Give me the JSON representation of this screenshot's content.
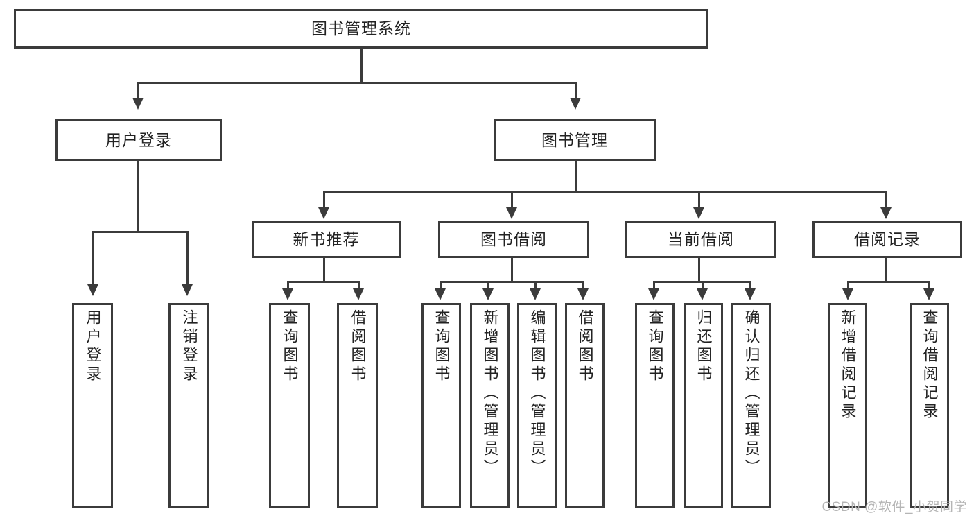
{
  "diagram": {
    "title": "图书管理系统",
    "type": "tree",
    "watermark": "CSDN @软件_小贺同学",
    "colors": {
      "stroke": "#3b3b3b",
      "fill": "#ffffff",
      "text": "#222222",
      "watermark": "#b5b5b5"
    },
    "nodes": {
      "root": {
        "label": "图书管理系统"
      },
      "level2": [
        {
          "id": "user-login",
          "label": "用户登录"
        },
        {
          "id": "book-manage",
          "label": "图书管理"
        }
      ],
      "level3": [
        {
          "id": "new-book-recommend",
          "label": "新书推荐"
        },
        {
          "id": "book-borrow",
          "label": "图书借阅"
        },
        {
          "id": "current-borrow",
          "label": "当前借阅"
        },
        {
          "id": "borrow-record",
          "label": "借阅记录"
        }
      ],
      "leaves": {
        "user_login": [
          {
            "id": "leaf-user-login",
            "label": "用户登录"
          },
          {
            "id": "leaf-logout-login",
            "label": "注销登录"
          }
        ],
        "new_book_recommend": [
          {
            "id": "leaf-query-book-1",
            "label": "查询图书"
          },
          {
            "id": "leaf-borrow-book-1",
            "label": "借阅图书"
          }
        ],
        "book_borrow": [
          {
            "id": "leaf-query-book-2",
            "label": "查询图书"
          },
          {
            "id": "leaf-add-book",
            "label": "新增图书（管理员）"
          },
          {
            "id": "leaf-edit-book",
            "label": "编辑图书（管理员）"
          },
          {
            "id": "leaf-borrow-book-2",
            "label": "借阅图书"
          }
        ],
        "current_borrow": [
          {
            "id": "leaf-query-book-3",
            "label": "查询图书"
          },
          {
            "id": "leaf-return-book",
            "label": "归还图书"
          },
          {
            "id": "leaf-confirm-return",
            "label": "确认归还（管理员）"
          }
        ],
        "borrow_record": [
          {
            "id": "leaf-add-borrow-record",
            "label": "新增借阅记录"
          },
          {
            "id": "leaf-query-borrow-record",
            "label": "查询借阅记录"
          }
        ]
      }
    }
  }
}
